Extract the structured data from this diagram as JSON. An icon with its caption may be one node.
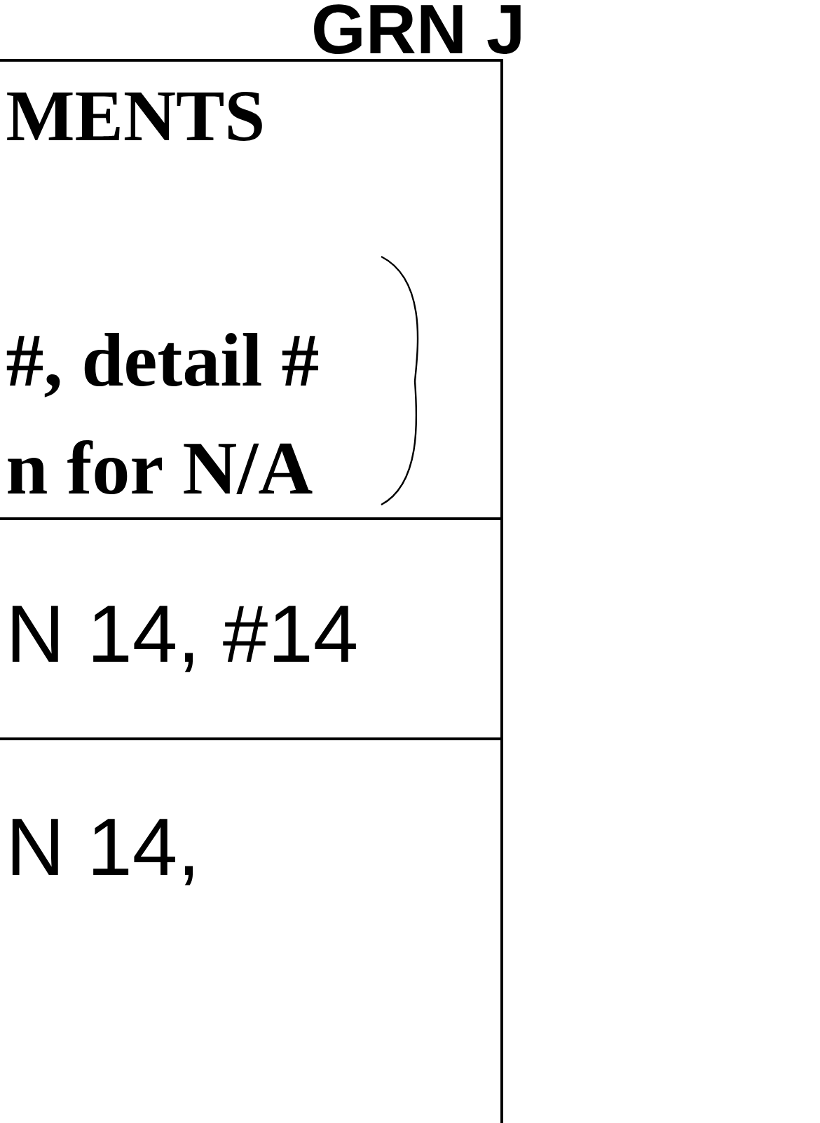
{
  "diagram": {
    "title": "GRN J",
    "labels": [
      "MENTS",
      "#, detail #",
      "n for N/A",
      "N 14, #14",
      "N 14,"
    ]
  }
}
